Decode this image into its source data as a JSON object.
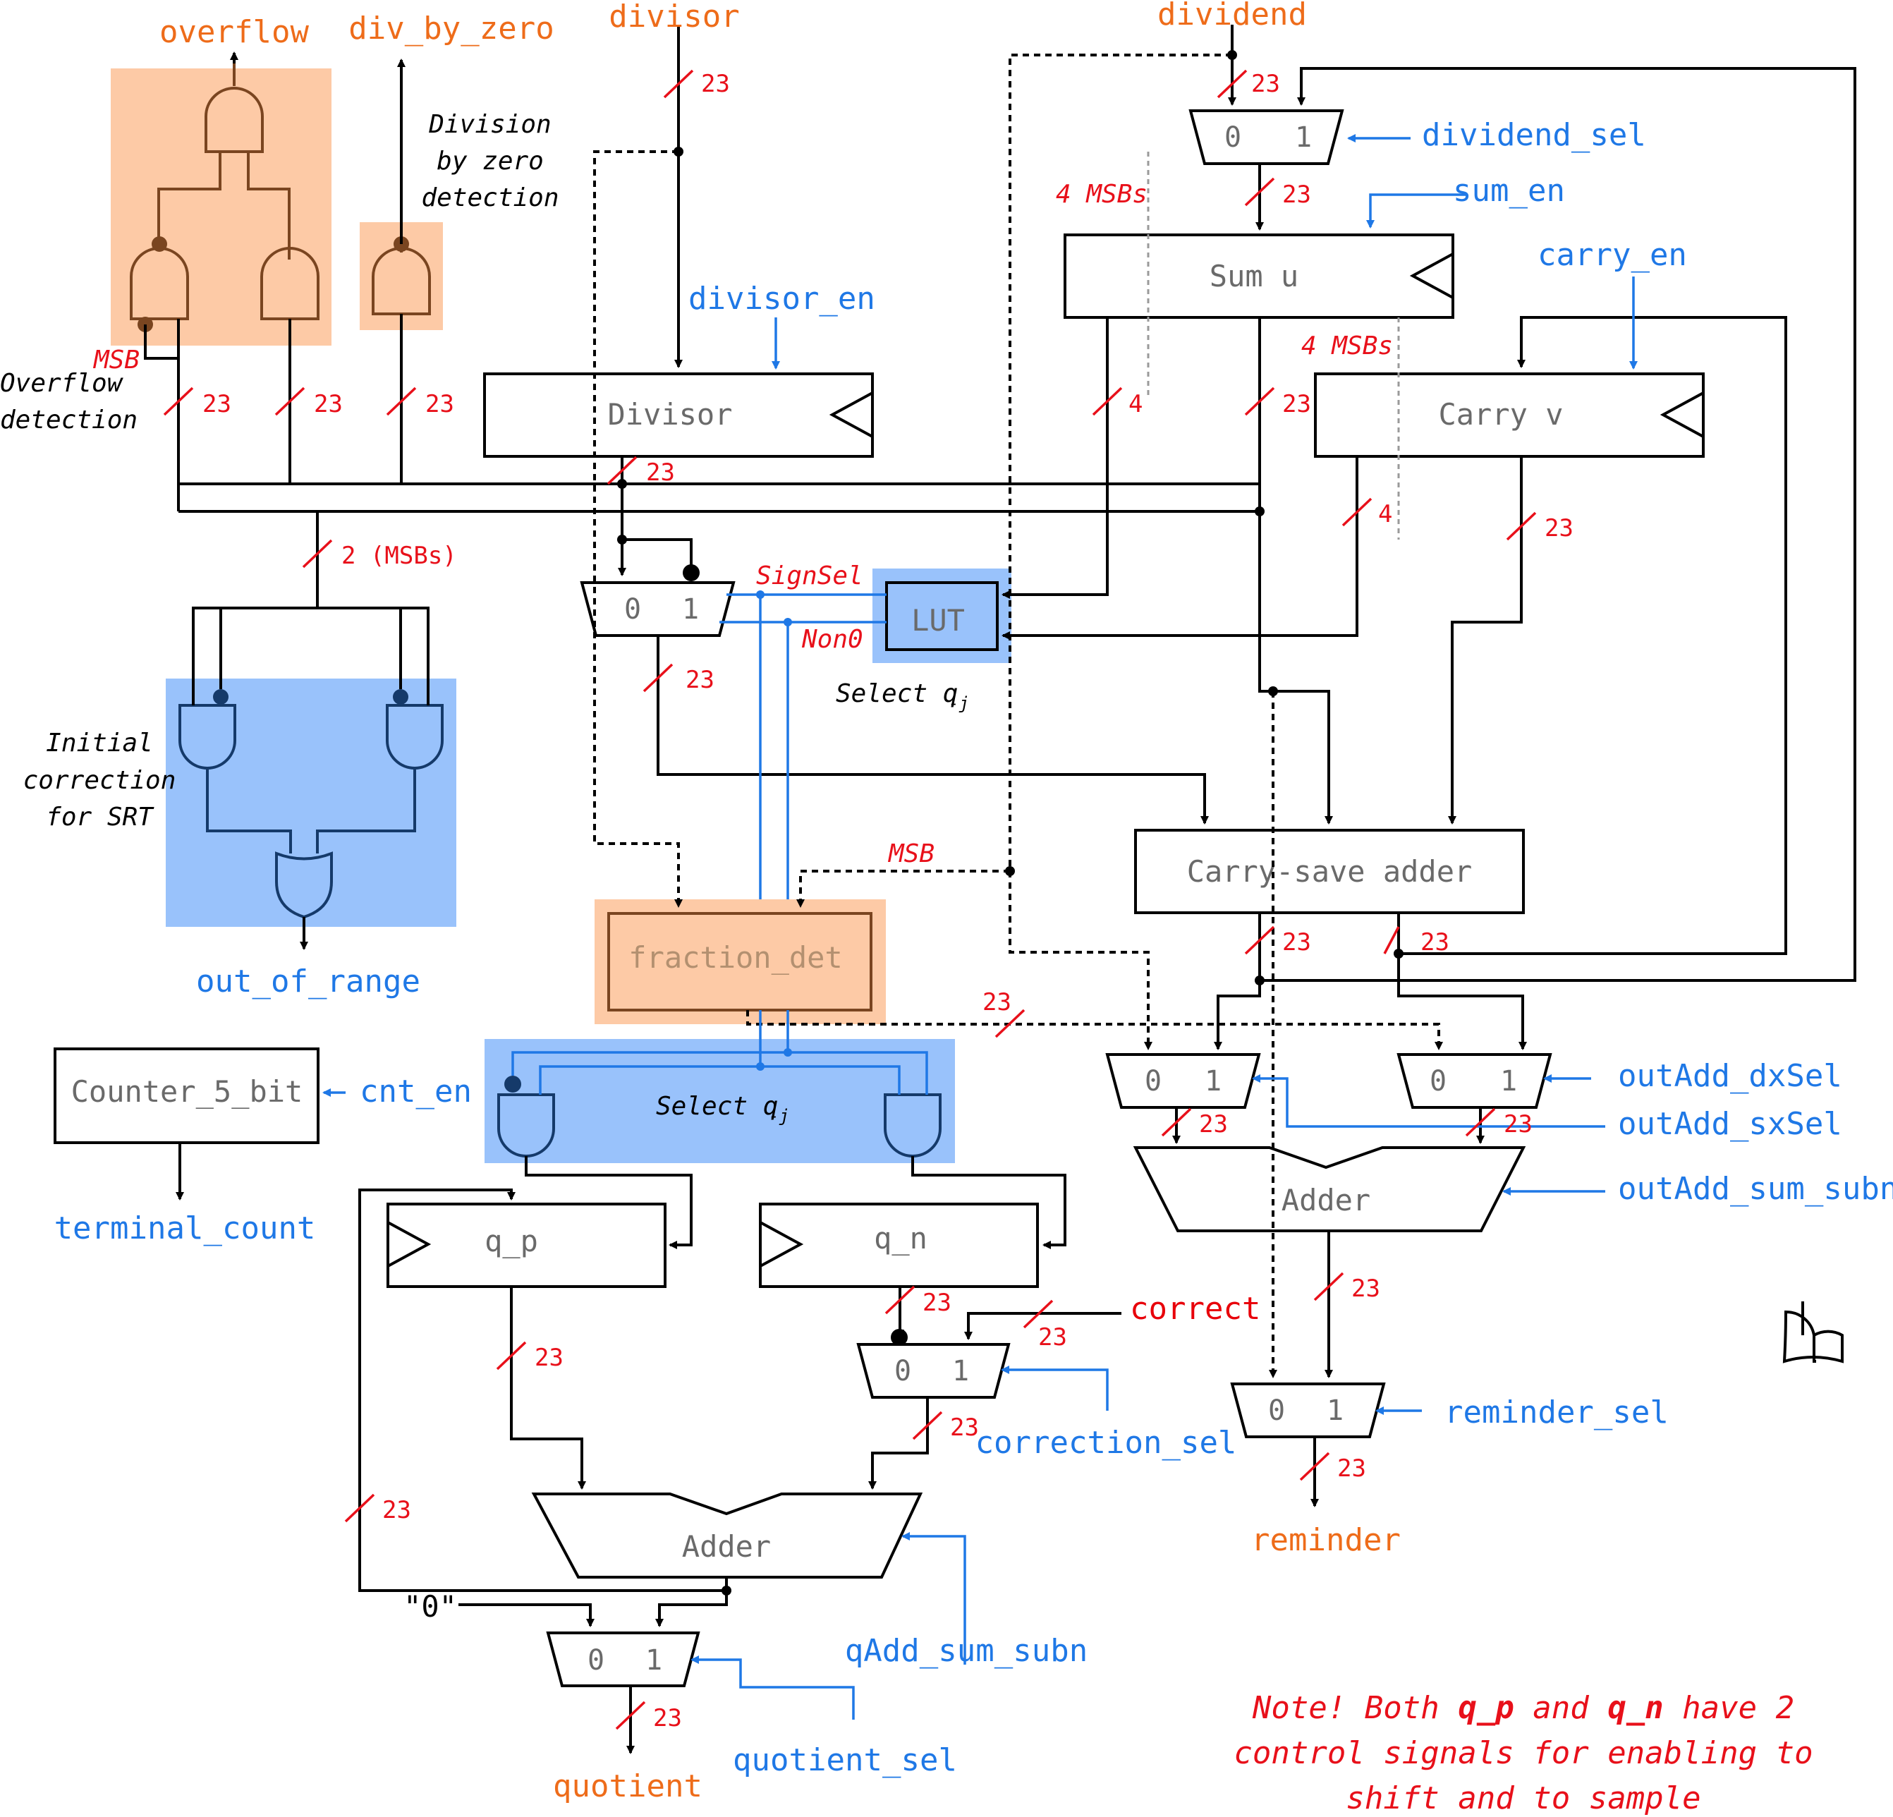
{
  "ports": {
    "overflow": "overflow",
    "div_by_zero": "div_by_zero",
    "divisor": "divisor",
    "dividend": "dividend",
    "dividend_sel": "dividend_sel",
    "sum_en": "sum_en",
    "carry_en": "carry_en",
    "divisor_en": "divisor_en",
    "out_of_range": "out_of_range",
    "cnt_en": "cnt_en",
    "terminal_count": "terminal_count",
    "outAdd_dxSel": "outAdd_dxSel",
    "outAdd_sxSel": "outAdd_sxSel",
    "outAdd_sum_subn": "outAdd_sum_subn",
    "correct": "correct",
    "correction_sel": "correction_sel",
    "reminder_sel": "reminder_sel",
    "reminder": "reminder",
    "qAdd_sum_subn": "qAdd_sum_subn",
    "quotient_sel": "quotient_sel",
    "quotient": "quotient"
  },
  "blocks": {
    "sum_u": "Sum u",
    "carry_v": "Carry v",
    "divisor": "Divisor",
    "lut": "LUT",
    "csa": "Carry-save adder",
    "fraction_det": "fraction_det",
    "counter": "Counter_5_bit",
    "q_p": "q_p",
    "q_n": "q_n",
    "adder_rem": "Adder",
    "adder_q": "Adder"
  },
  "mux": {
    "in0": "0",
    "in1": "1"
  },
  "constant_zero": "\"0\"",
  "widths": {
    "w23": "23",
    "w4": "4",
    "msb2": "2 (MSBs)"
  },
  "labels": {
    "msbs4": "4 MSBs",
    "msb": "MSB",
    "signsel": "SignSel",
    "non0": "Non0",
    "select_qj": "Select q",
    "select_qj_sub": "-j",
    "division_by_zero": [
      "Division",
      "by zero",
      "detection"
    ],
    "overflow_detection": [
      "Overflow",
      "detection"
    ],
    "initial_correction": [
      "Initial",
      "correction",
      "for SRT"
    ]
  },
  "note": {
    "line1_a": "Note! Both ",
    "line1_b": "q_p",
    "line1_c": " and ",
    "line1_d": "q_n",
    "line1_e": " have 2",
    "line2": "control signals for enabling to",
    "line3": "shift and to sample"
  },
  "colors": {
    "orange_text": "#ee6c1a",
    "blue_text": "#1f78e6",
    "red_text": "#e8000a",
    "orange_region": "#fdcaa6",
    "blue_region": "#99c2fb"
  }
}
